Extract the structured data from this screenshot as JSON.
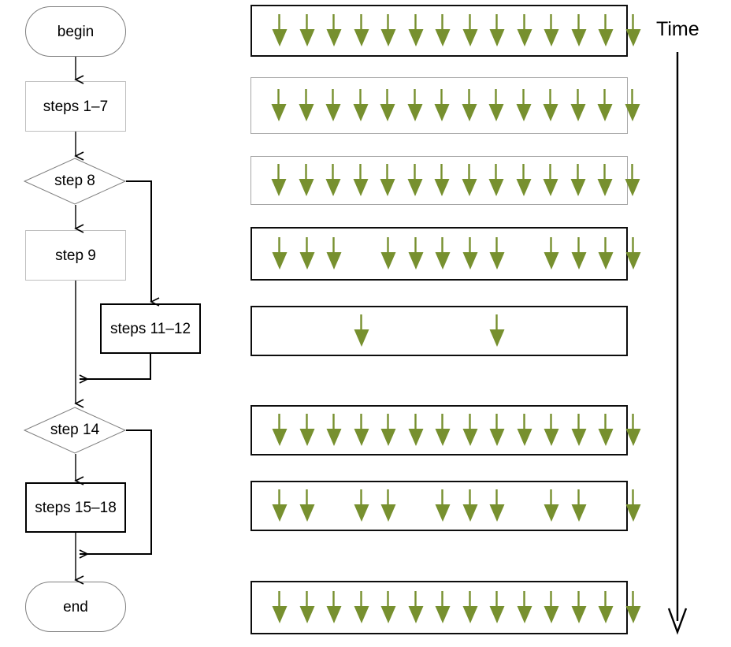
{
  "figure": {
    "arrow_color": "#77902F",
    "line_color": "#000000",
    "background": "#FFFFFF"
  },
  "flowchart": {
    "nodes": [
      {
        "id": "begin",
        "label": "begin",
        "shape": "terminal"
      },
      {
        "id": "steps-1-7",
        "label": "steps 1–7",
        "shape": "process"
      },
      {
        "id": "step-8",
        "label": "step 8",
        "shape": "decision"
      },
      {
        "id": "step-9",
        "label": "step 9",
        "shape": "process"
      },
      {
        "id": "steps-11-12",
        "label": "steps 11–12",
        "shape": "process"
      },
      {
        "id": "step-14",
        "label": "step 14",
        "shape": "decision"
      },
      {
        "id": "steps-15-18",
        "label": "steps 15–18",
        "shape": "process"
      },
      {
        "id": "end",
        "label": "end",
        "shape": "terminal"
      }
    ]
  },
  "timeline": {
    "axis_label": "Time",
    "slot_count": 14,
    "rows": [
      {
        "index": 1,
        "border": "thick",
        "arrow_count": 14,
        "slots": [
          1,
          1,
          1,
          1,
          1,
          1,
          1,
          1,
          1,
          1,
          1,
          1,
          1,
          1
        ]
      },
      {
        "index": 2,
        "border": "thin",
        "arrow_count": 14,
        "slots": [
          1,
          1,
          1,
          1,
          1,
          1,
          1,
          1,
          1,
          1,
          1,
          1,
          1,
          1
        ]
      },
      {
        "index": 3,
        "border": "thin",
        "arrow_count": 14,
        "slots": [
          1,
          1,
          1,
          1,
          1,
          1,
          1,
          1,
          1,
          1,
          1,
          1,
          1,
          1
        ]
      },
      {
        "index": 4,
        "border": "thick",
        "arrow_count": 12,
        "slots": [
          1,
          1,
          1,
          0,
          1,
          1,
          1,
          1,
          1,
          0,
          1,
          1,
          1,
          1
        ]
      },
      {
        "index": 5,
        "border": "thick",
        "arrow_count": 2,
        "slots": [
          0,
          0,
          0,
          1,
          0,
          0,
          0,
          0,
          1,
          0,
          0,
          0,
          0,
          0
        ]
      },
      {
        "index": 6,
        "border": "thick",
        "arrow_count": 14,
        "slots": [
          1,
          1,
          1,
          1,
          1,
          1,
          1,
          1,
          1,
          1,
          1,
          1,
          1,
          1
        ]
      },
      {
        "index": 7,
        "border": "thick",
        "arrow_count": 10,
        "slots": [
          1,
          1,
          0,
          1,
          1,
          0,
          1,
          1,
          1,
          0,
          1,
          1,
          0,
          1
        ]
      },
      {
        "index": 8,
        "border": "thick",
        "arrow_count": 14,
        "slots": [
          1,
          1,
          1,
          1,
          1,
          1,
          1,
          1,
          1,
          1,
          1,
          1,
          1,
          1
        ]
      }
    ]
  }
}
